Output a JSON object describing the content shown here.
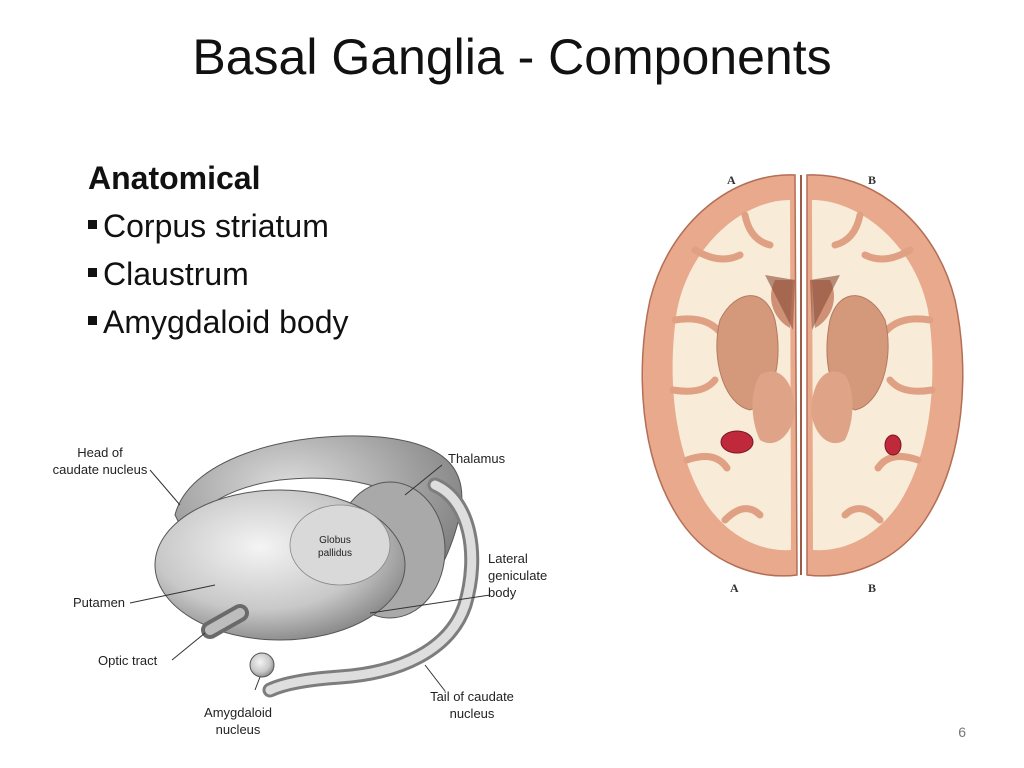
{
  "slide": {
    "title": "Basal Ganglia - Components",
    "section_heading": "Anatomical",
    "bullets": [
      "Corpus striatum",
      "Claustrum",
      "Amygdaloid body"
    ],
    "slide_number": "6"
  },
  "left_figure": {
    "labels": {
      "head_caudate_1": "Head of",
      "head_caudate_2": "caudate nucleus",
      "thalamus": "Thalamus",
      "globus_1": "Globus",
      "globus_2": "pallidus",
      "lateral_1": "Lateral",
      "lateral_2": "geniculate",
      "lateral_3": "body",
      "putamen": "Putamen",
      "optic_tract": "Optic tract",
      "amygdaloid_1": "Amygdaloid",
      "amygdaloid_2": "nucleus",
      "tail_1": "Tail of caudate",
      "tail_2": "nucleus"
    }
  },
  "right_figure": {
    "markers": {
      "top_left": "A",
      "top_right": "B",
      "bottom_left": "A",
      "bottom_right": "B"
    }
  },
  "colors": {
    "text": "#111111",
    "brain_cortex": "#e8a98c",
    "brain_white_matter": "#f8ecd8",
    "brain_nuclei": "#d4987a",
    "choroid": "#c0283c",
    "gray_figure": "#b5b5b5"
  }
}
